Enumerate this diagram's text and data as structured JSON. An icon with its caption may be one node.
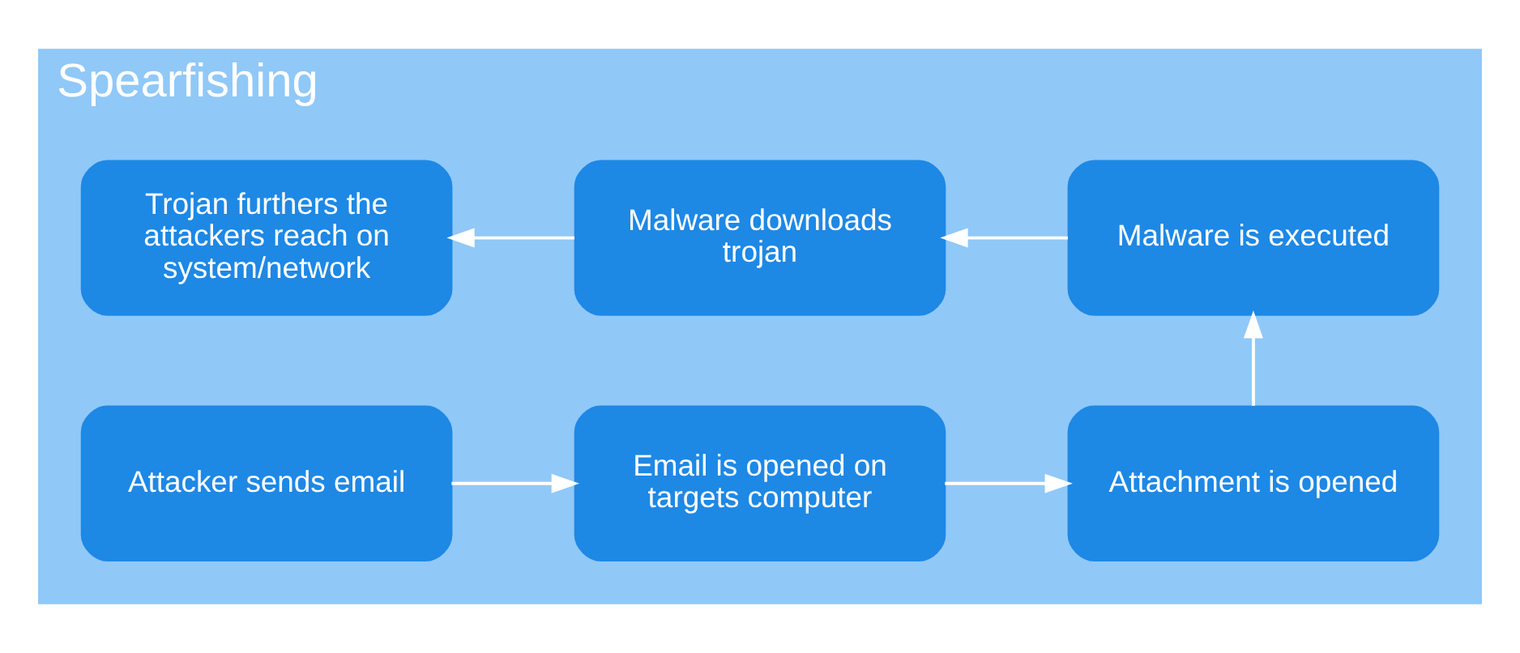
{
  "diagram": {
    "nodes": [
      {
        "text": [
          "Spearfishing"
        ]
      },
      {
        "text": [
          "Attacker sends email"
        ],
        "in": 0
      },
      {
        "text": [
          "Email is opened on targets computer"
        ],
        "in": 0
      },
      {
        "text": [
          "Attachment is opened"
        ],
        "in": 0
      },
      {
        "text": [
          "Malware is executed"
        ],
        "in": 0
      },
      {
        "text": [
          "Malware downloads trojan"
        ],
        "in": 0
      },
      {
        "text": [
          "Trojan furthers the attackers reach on system/network"
        ],
        "in": 0
      }
    ],
    "edges": [
      {
        "from": 1,
        "to": 2,
        "arrow": "to"
      },
      {
        "from": 2,
        "to": 3,
        "arrow": "to"
      },
      {
        "from": 3,
        "to": 4,
        "arrow": "to"
      },
      {
        "from": 4,
        "to": 5,
        "arrow": "to"
      },
      {
        "from": 5,
        "to": 6,
        "arrow": "to"
      }
    ]
  }
}
